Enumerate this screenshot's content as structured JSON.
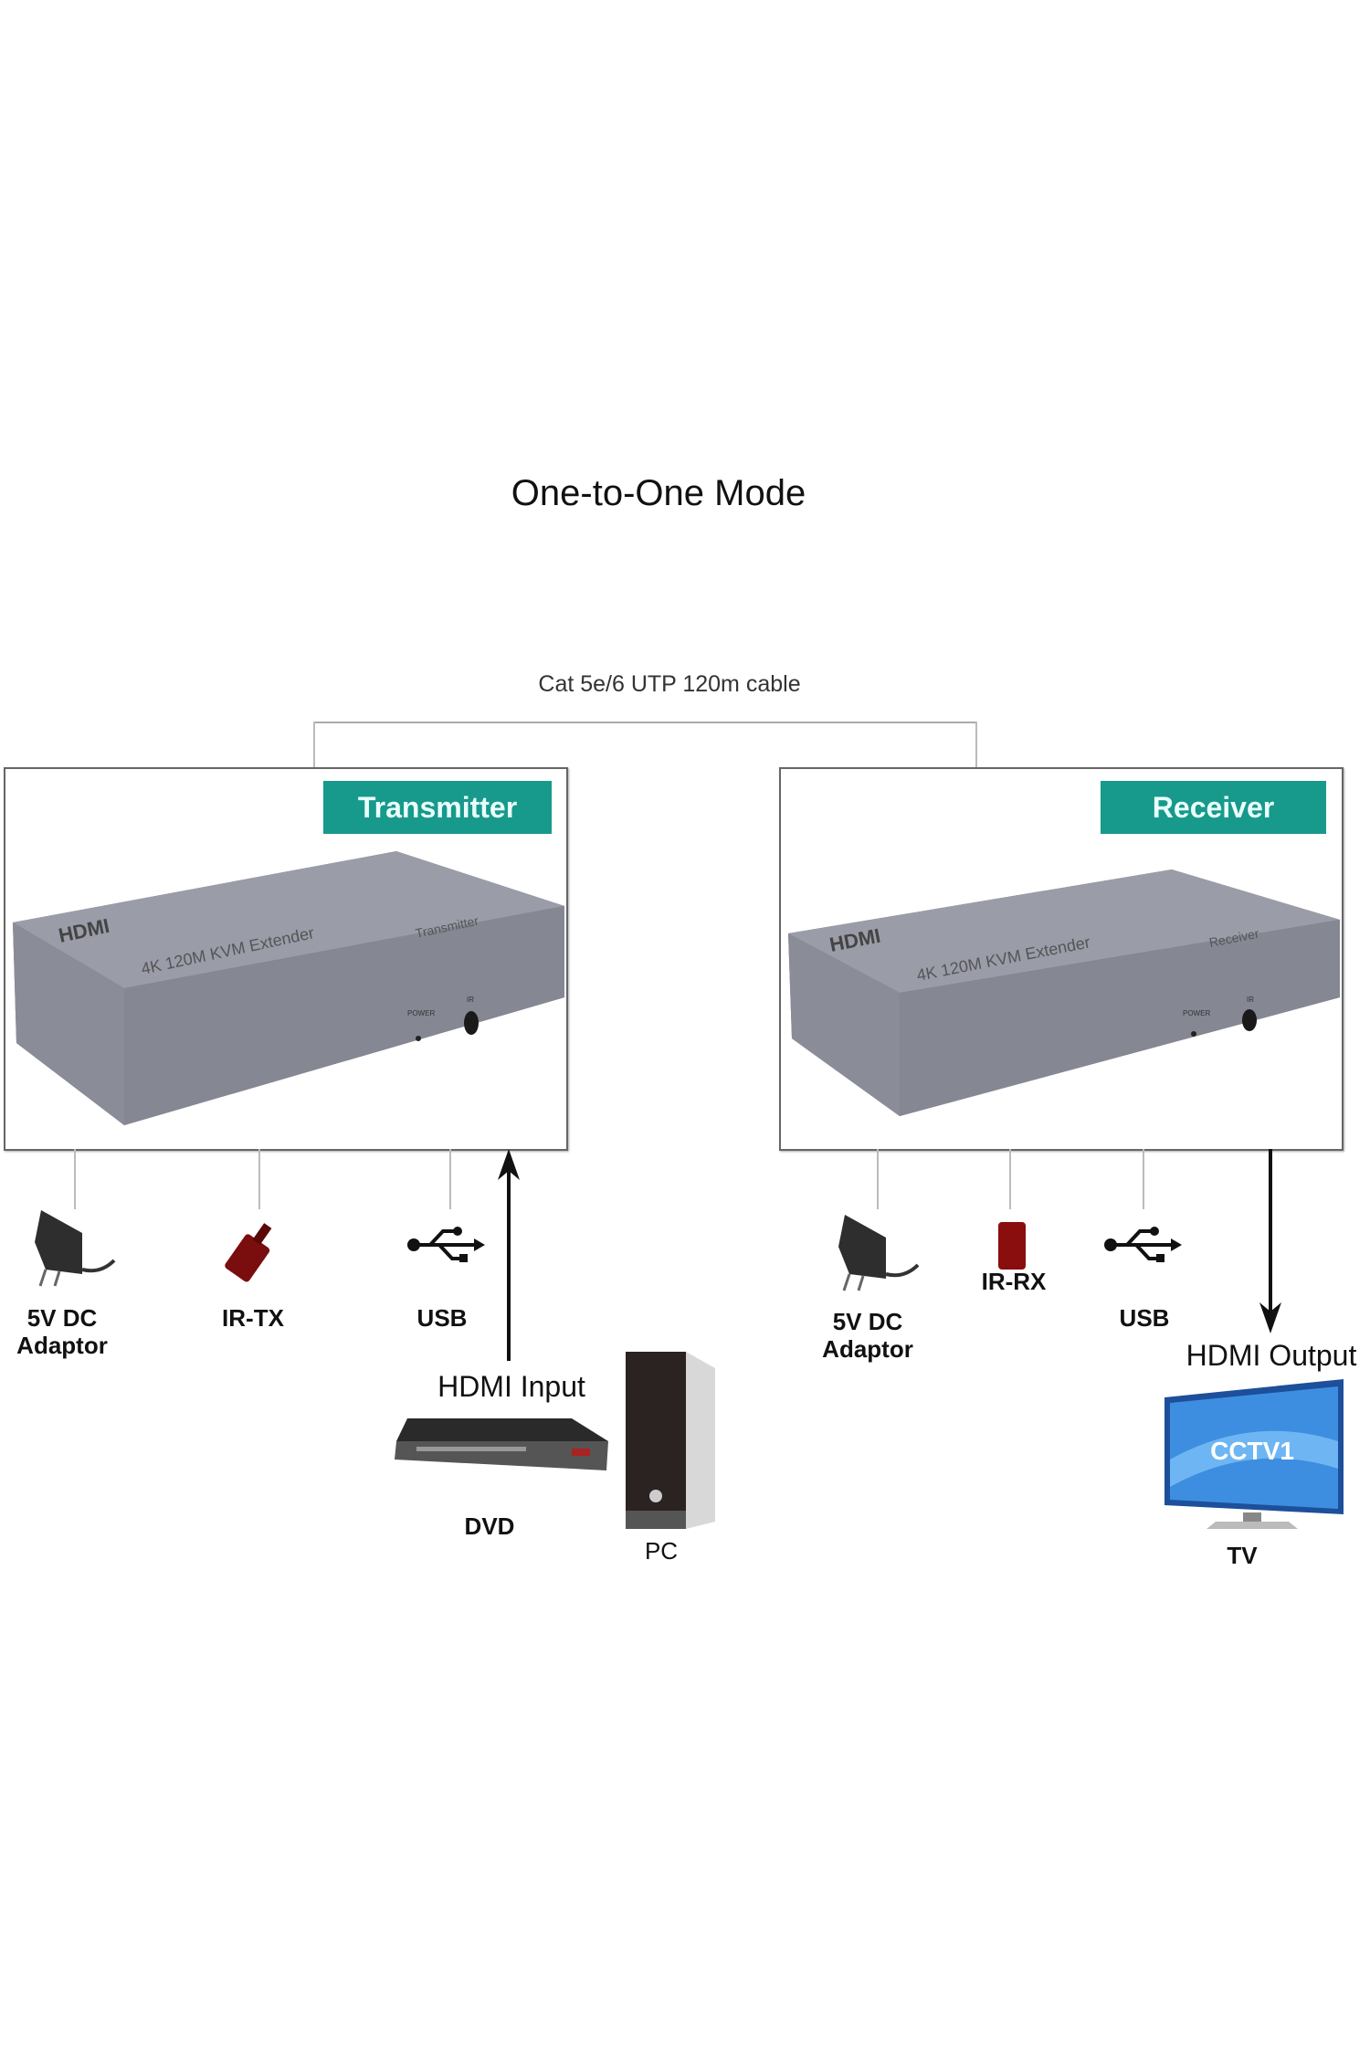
{
  "title": "One-to-One Mode",
  "cable_label": "Cat 5e/6 UTP 120m cable",
  "transmitter": {
    "tag": "Transmitter",
    "device": {
      "brand": "HDMI",
      "model": "4K 120M KVM Extender",
      "unit": "Transmitter",
      "power": "POWER",
      "ir": "IR"
    },
    "ports": [
      {
        "label_line1": "5V DC",
        "label_line2": "Adaptor",
        "icon": "power-adapter-icon"
      },
      {
        "label_line1": "IR-TX",
        "label_line2": "",
        "icon": "ir-transmitter-icon"
      },
      {
        "label_line1": "USB",
        "label_line2": "",
        "icon": "usb-icon"
      }
    ],
    "input_label": "HDMI Input",
    "sources": [
      {
        "label": "DVD"
      },
      {
        "label": "PC"
      }
    ]
  },
  "receiver": {
    "tag": "Receiver",
    "device": {
      "brand": "HDMI",
      "model": "4K 120M KVM Extender",
      "unit": "Receiver",
      "power": "POWER",
      "ir": "IR"
    },
    "ports": [
      {
        "label_line1": "5V DC",
        "label_line2": "Adaptor",
        "icon": "power-adapter-icon"
      },
      {
        "label_line1": "IR-RX",
        "label_line2": "",
        "icon": "ir-receiver-icon"
      },
      {
        "label_line1": "USB",
        "label_line2": "",
        "icon": "usb-icon"
      }
    ],
    "output_label": "HDMI Output",
    "display": {
      "label": "TV",
      "screen_logo": "CCTV1"
    }
  },
  "colors": {
    "tag": "#17998c",
    "device": "#7d7f8c",
    "ir": "#7a0d0d"
  }
}
